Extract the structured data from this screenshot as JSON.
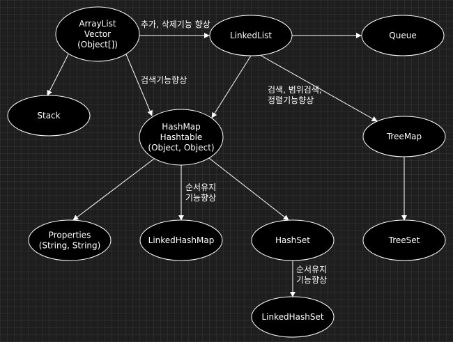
{
  "diagram": {
    "nodes": [
      {
        "id": "arraylist",
        "lines": [
          "ArrayList",
          "Vector",
          "(Object[])"
        ]
      },
      {
        "id": "linkedlist",
        "lines": [
          "LinkedList"
        ]
      },
      {
        "id": "queue",
        "lines": [
          "Queue"
        ]
      },
      {
        "id": "stack",
        "lines": [
          "Stack"
        ]
      },
      {
        "id": "hashmap",
        "lines": [
          "HashMap",
          "Hashtable",
          "(Object, Object)"
        ]
      },
      {
        "id": "treemap",
        "lines": [
          "TreeMap"
        ]
      },
      {
        "id": "properties",
        "lines": [
          "Properties",
          "(String, String)"
        ]
      },
      {
        "id": "linkedhashmap",
        "lines": [
          "LinkedHashMap"
        ]
      },
      {
        "id": "hashset",
        "lines": [
          "HashSet"
        ]
      },
      {
        "id": "treeset",
        "lines": [
          "TreeSet"
        ]
      },
      {
        "id": "linkedhashset",
        "lines": [
          "LinkedHashSet"
        ]
      }
    ],
    "edges": [
      {
        "id": "arraylist-linkedlist",
        "from": "arraylist",
        "to": "linkedlist",
        "label": [
          "추가, 삭제기능 향상"
        ]
      },
      {
        "id": "linkedlist-queue",
        "from": "linkedlist",
        "to": "queue",
        "label": []
      },
      {
        "id": "arraylist-stack",
        "from": "arraylist",
        "to": "stack",
        "label": []
      },
      {
        "id": "arraylist-hashmap",
        "from": "arraylist",
        "to": "hashmap",
        "label": [
          "검색기능향상"
        ]
      },
      {
        "id": "linkedlist-hashmap",
        "from": "linkedlist",
        "to": "hashmap",
        "label": []
      },
      {
        "id": "linkedlist-treemap",
        "from": "linkedlist",
        "to": "treemap",
        "label": [
          "검색, 범위검색,",
          "정렬기능향상"
        ]
      },
      {
        "id": "hashmap-properties",
        "from": "hashmap",
        "to": "properties",
        "label": []
      },
      {
        "id": "hashmap-linkedhashmap",
        "from": "hashmap",
        "to": "linkedhashmap",
        "label": [
          "순서유지",
          "기능향상"
        ]
      },
      {
        "id": "hashmap-hashset",
        "from": "hashmap",
        "to": "hashset",
        "label": []
      },
      {
        "id": "treemap-treeset",
        "from": "treemap",
        "to": "treeset",
        "label": []
      },
      {
        "id": "hashset-linkedhashset",
        "from": "hashset",
        "to": "linkedhashset",
        "label": [
          "순서유지",
          "기능향상"
        ]
      }
    ]
  }
}
